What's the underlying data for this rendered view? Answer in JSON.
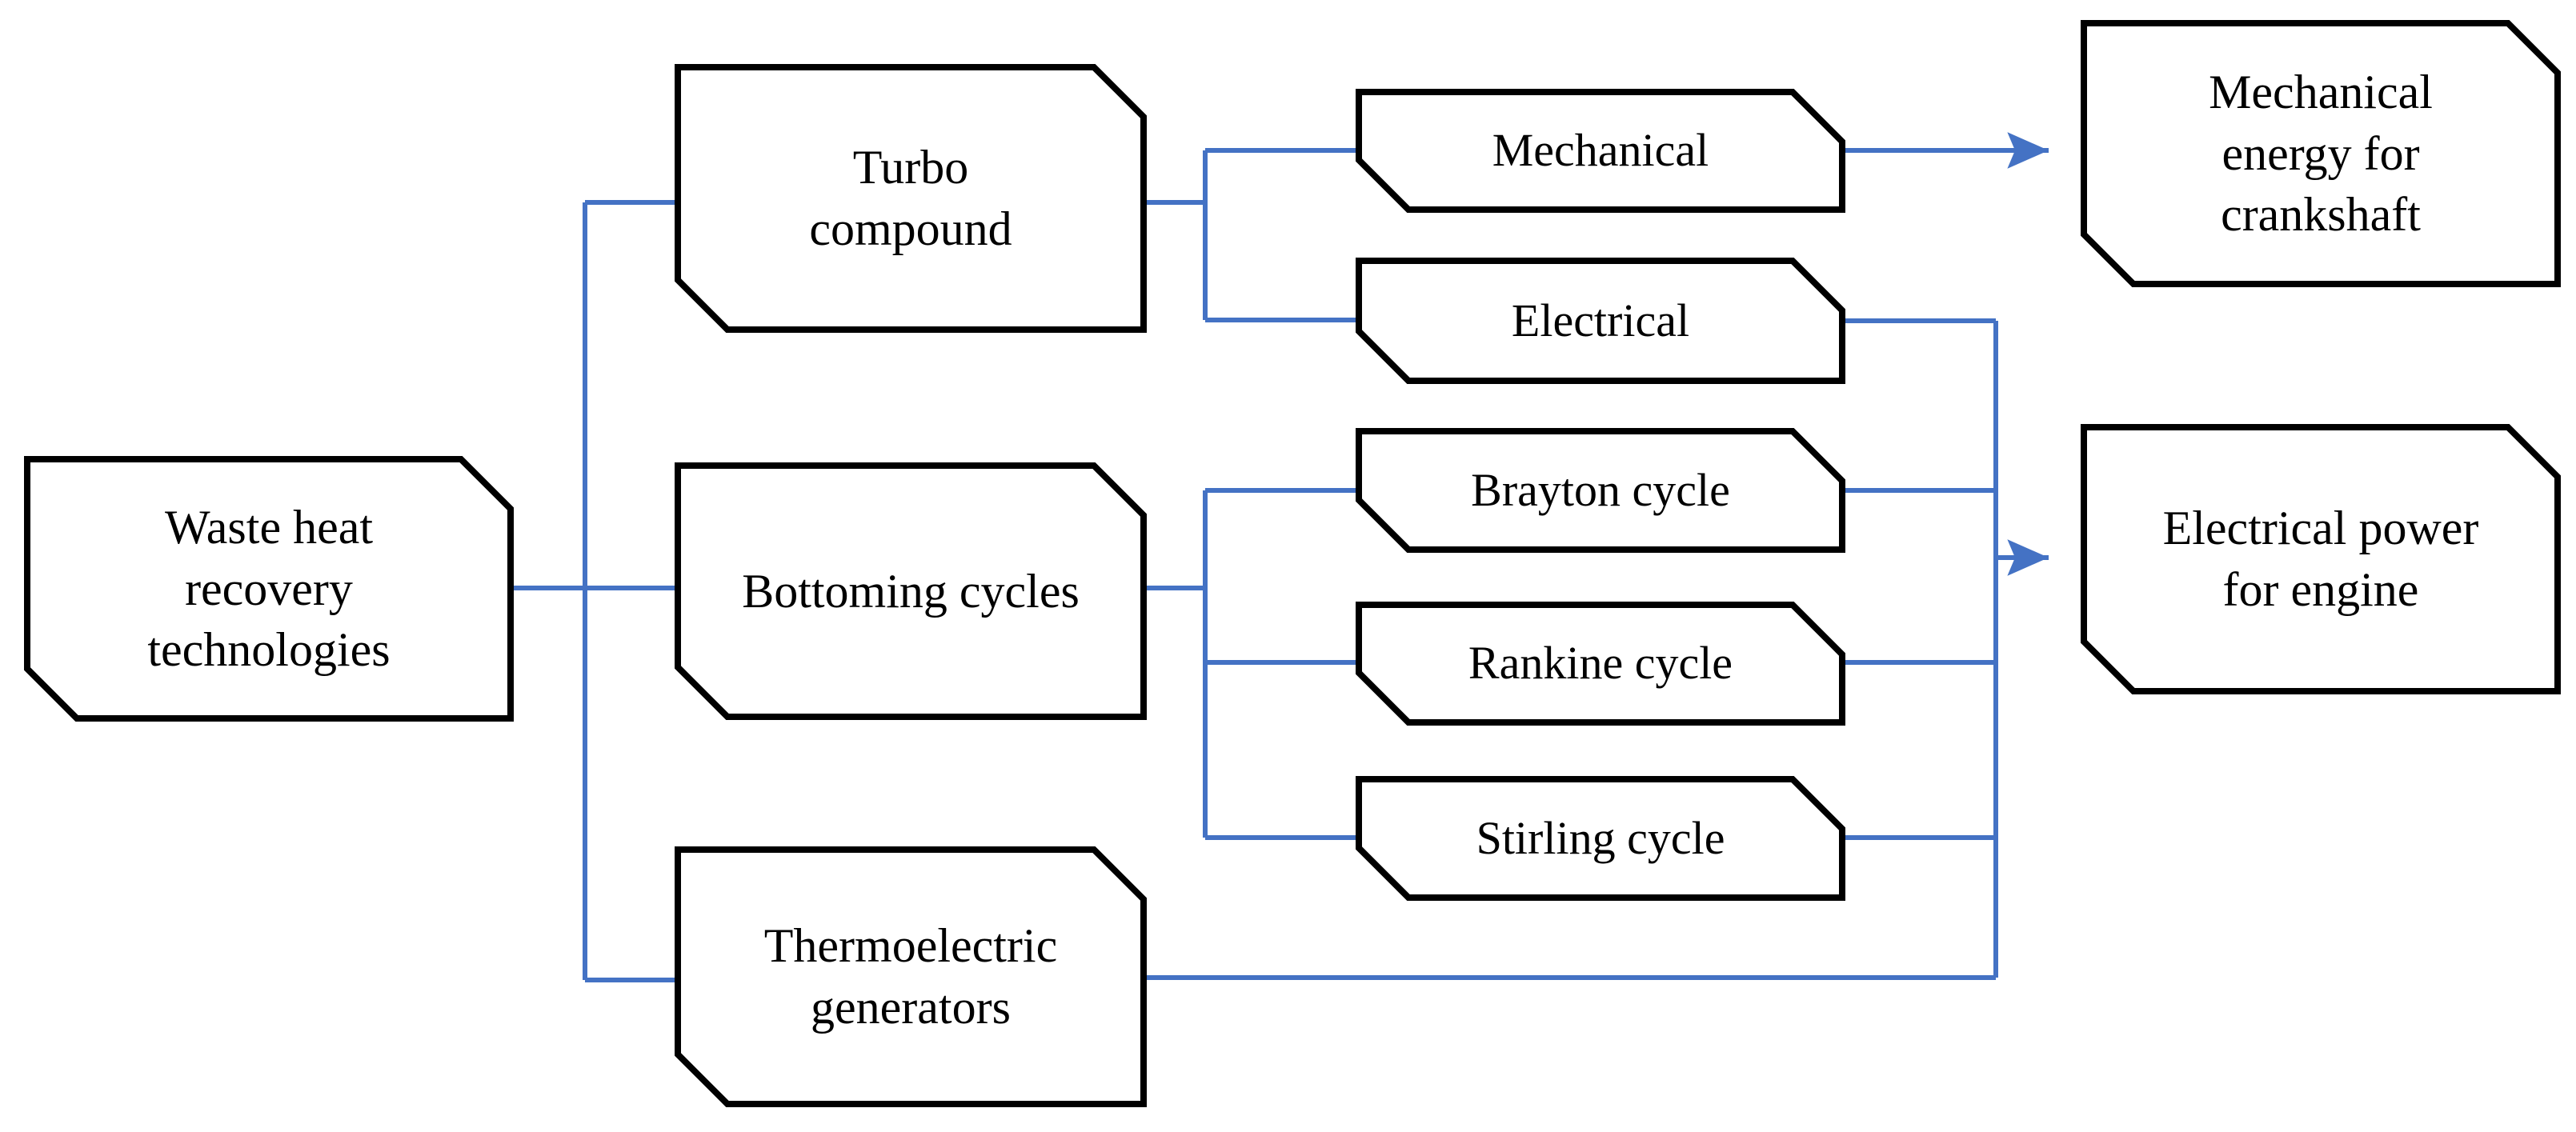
{
  "diagram": {
    "title": "Waste heat recovery technologies",
    "type": "flowchart",
    "background_color": "#FFFFFF",
    "node_fill_color": "#FFFFFF",
    "node_border_color": "#000000",
    "connector_color": "#4472C4",
    "text_color": "#000000"
  },
  "nodes": {
    "source": {
      "label": "Waste heat\nrecovery\ntechnologies"
    },
    "turbo_compound": {
      "label": "Turbo\ncompound"
    },
    "bottoming_cycles": {
      "label": "Bottoming cycles"
    },
    "thermoelectric_generators": {
      "label": "Thermoelectric\ngenerators"
    },
    "mechanical": {
      "label": "Mechanical"
    },
    "electrical": {
      "label": "Electrical"
    },
    "brayton_cycle": {
      "label": "Brayton cycle"
    },
    "rankine_cycle": {
      "label": "Rankine cycle"
    },
    "stirling_cycle": {
      "label": "Stirling cycle"
    },
    "mechanical_energy_crankshaft": {
      "label": "Mechanical\nenergy for\ncrankshaft"
    },
    "electrical_power_engine": {
      "label": "Electrical power\nfor engine"
    }
  },
  "edges": [
    {
      "from": "source",
      "to": "turbo_compound",
      "arrow": true
    },
    {
      "from": "source",
      "to": "bottoming_cycles",
      "arrow": true
    },
    {
      "from": "source",
      "to": "thermoelectric_generators",
      "arrow": true
    },
    {
      "from": "turbo_compound",
      "to": "mechanical",
      "arrow": true
    },
    {
      "from": "turbo_compound",
      "to": "electrical",
      "arrow": true
    },
    {
      "from": "bottoming_cycles",
      "to": "brayton_cycle",
      "arrow": true
    },
    {
      "from": "bottoming_cycles",
      "to": "rankine_cycle",
      "arrow": true
    },
    {
      "from": "bottoming_cycles",
      "to": "stirling_cycle",
      "arrow": true
    },
    {
      "from": "mechanical",
      "to": "mechanical_energy_crankshaft",
      "arrow": true
    },
    {
      "from": "electrical",
      "to": "electrical_power_engine",
      "arrow": true
    },
    {
      "from": "brayton_cycle",
      "to": "electrical_power_engine",
      "arrow": true
    },
    {
      "from": "rankine_cycle",
      "to": "electrical_power_engine",
      "arrow": true
    },
    {
      "from": "stirling_cycle",
      "to": "electrical_power_engine",
      "arrow": true
    },
    {
      "from": "thermoelectric_generators",
      "to": "electrical_power_engine",
      "arrow": true
    }
  ]
}
